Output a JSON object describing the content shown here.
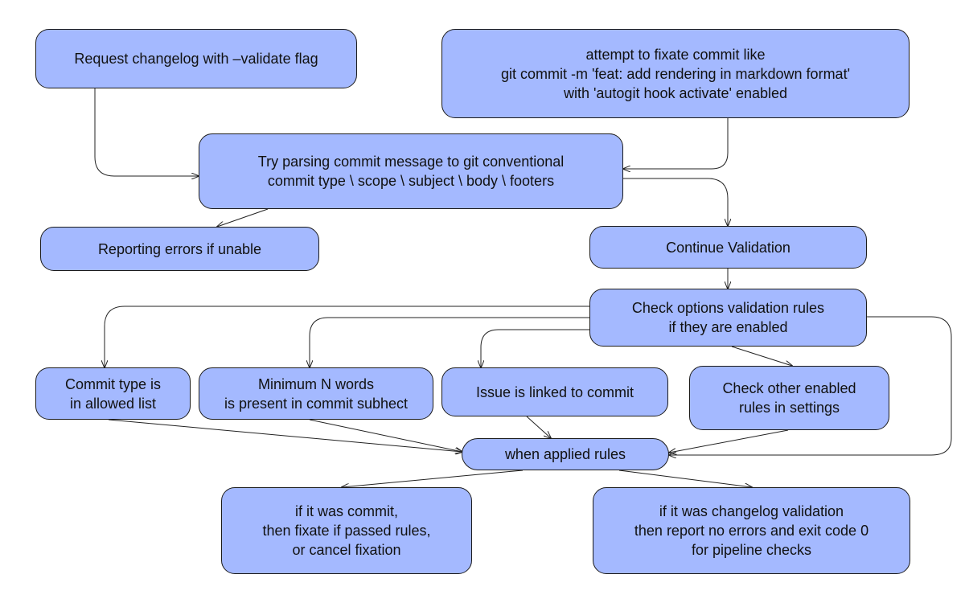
{
  "colors": {
    "node_fill": "#a4b9ff",
    "node_border": "#1b1b1b",
    "edge": "#222222"
  },
  "nodes": {
    "request_changelog": "Request changelog with –validate flag",
    "attempt_commit": "attempt to fixate commit like\ngit commit -m 'feat: add rendering in markdown format'\nwith 'autogit hook activate' enabled",
    "try_parsing": "Try parsing commit message to git conventional\ncommit type \\ scope \\ subject \\ body \\ footers",
    "reporting_errors": "Reporting errors if unable",
    "continue_validation": "Continue Validation",
    "check_options": "Check options validation rules\nif they are enabled",
    "commit_type": "Commit type is\nin allowed list",
    "minimum_words": "Minimum N words\nis present in commit subhect",
    "issue_linked": "Issue is linked to commit",
    "check_other": "Check other enabled\nrules in settings",
    "when_applied": "when applied rules",
    "if_commit": "if it was commit,\nthen fixate if passed rules,\nor cancel fixation",
    "if_changelog": "if it was changelog validation\nthen report no errors and exit code 0\nfor pipeline checks"
  }
}
